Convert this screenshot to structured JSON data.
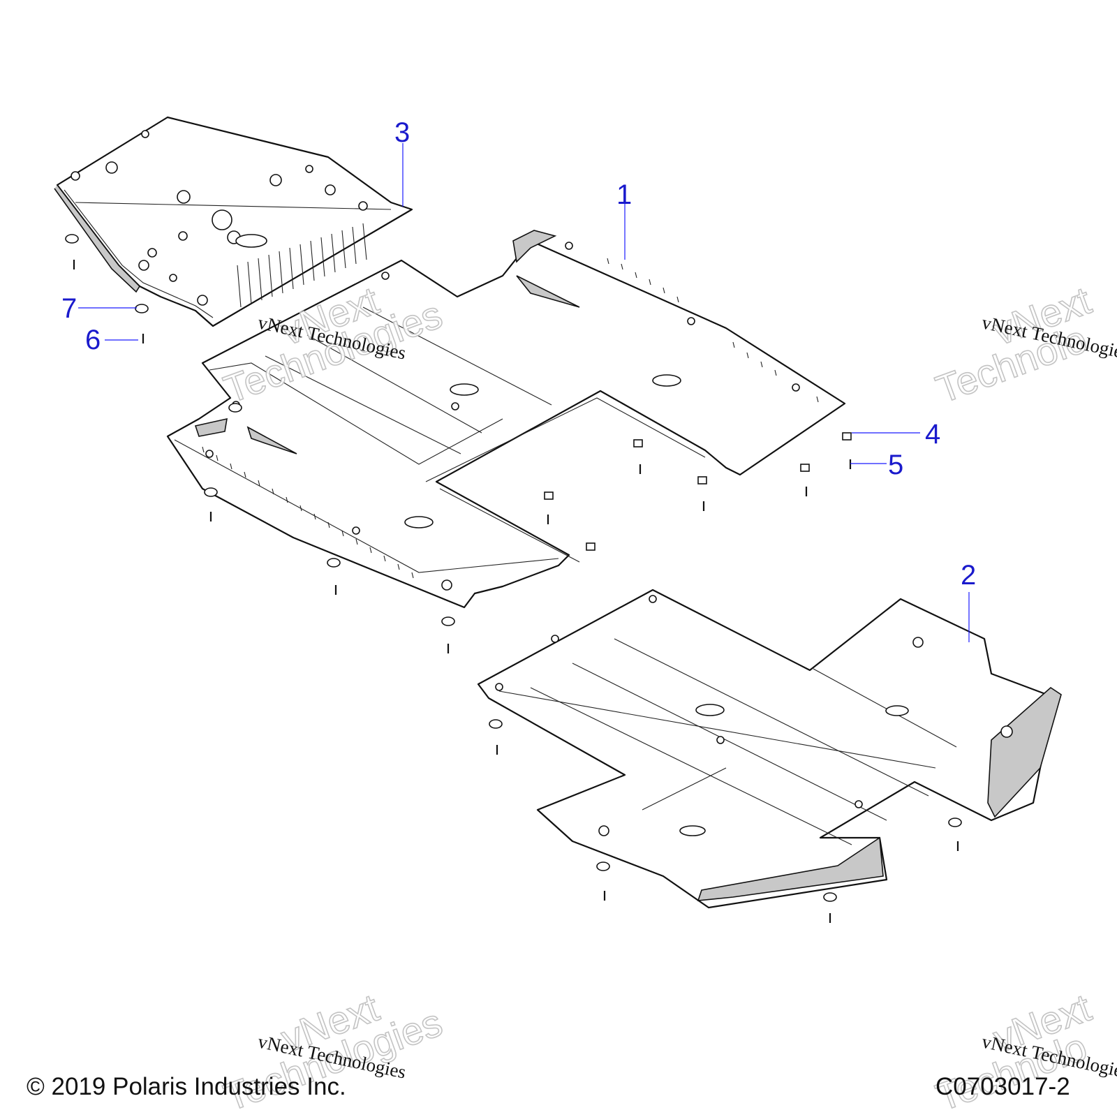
{
  "callouts": [
    {
      "id": "1",
      "label": "1"
    },
    {
      "id": "2",
      "label": "2"
    },
    {
      "id": "3",
      "label": "3"
    },
    {
      "id": "4",
      "label": "4"
    },
    {
      "id": "5",
      "label": "5"
    },
    {
      "id": "6",
      "label": "6"
    },
    {
      "id": "7",
      "label": "7"
    }
  ],
  "watermarks": {
    "small_text": "vNext Technologies",
    "big_line1": "vNext",
    "big_line2": "Technologies",
    "big_line2_clipped": "Technolo",
    "big_line1_clipped": "vNext"
  },
  "footer": {
    "copyright": "© 2019 Polaris Industries Inc.",
    "figure_id": "C0703017-2"
  },
  "colors": {
    "callout": "#1a1acc",
    "leader": "#1a1aff",
    "line_art": "#111111",
    "watermark_outline": "#bdbdbd"
  }
}
